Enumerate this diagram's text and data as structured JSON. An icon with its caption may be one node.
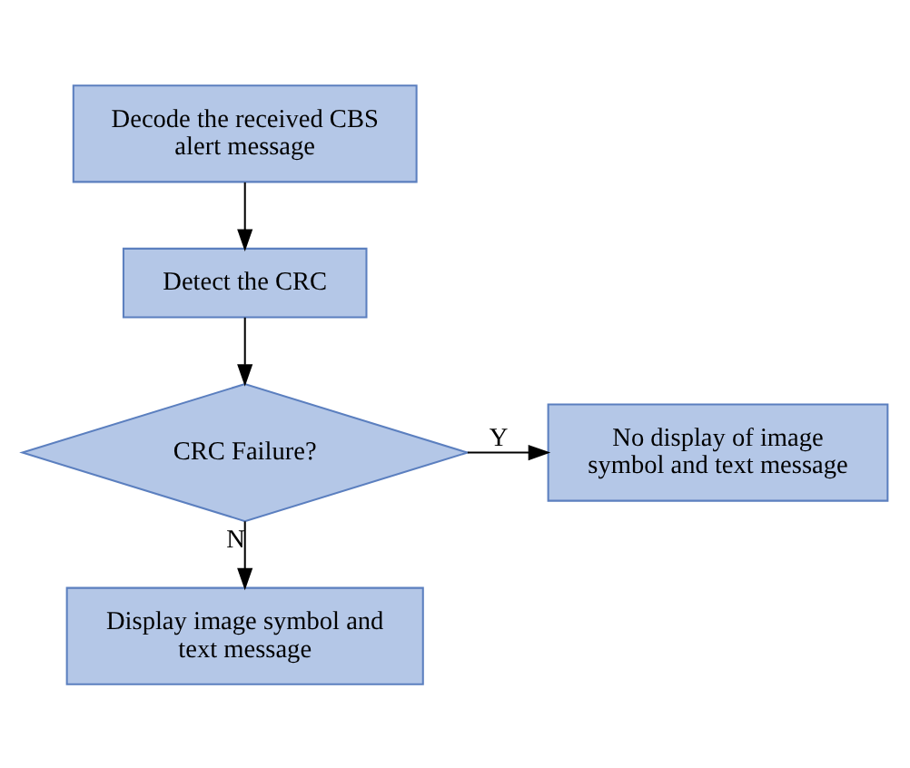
{
  "diagram": {
    "nodes": [
      {
        "text": [
          "Decode the received CBS alert message"
        ]
      },
      {
        "text": [
          "Detect the CRC"
        ]
      },
      {
        "text": [
          "CRC Failure?"
        ]
      },
      {
        "text": [
          "No display of image symbol and text message"
        ]
      },
      {
        "text": [
          "Display image symbol and text message"
        ]
      }
    ],
    "edges": [
      {
        "from": 0,
        "to": 1,
        "arrow": "to"
      },
      {
        "from": 1,
        "to": 2,
        "arrow": "to"
      },
      {
        "from": 2,
        "to": 3,
        "arrow": "to",
        "label": "Y"
      },
      {
        "from": 2,
        "to": 4,
        "arrow": "to",
        "label": "N"
      }
    ]
  }
}
